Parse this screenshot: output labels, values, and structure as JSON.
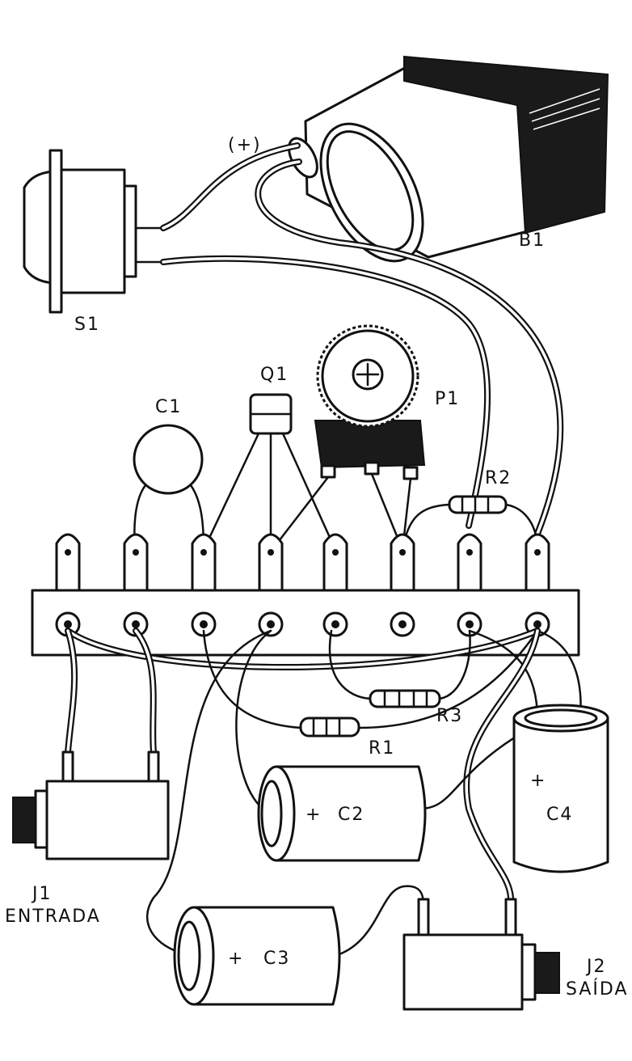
{
  "labels": {
    "battery": "B1",
    "battery_polarity": "(+)",
    "switch": "S1",
    "capacitor_c1": "C1",
    "transistor": "Q1",
    "potentiometer": "P1",
    "resistor_r2": "R2",
    "resistor_r3": "R3",
    "resistor_r1": "R1",
    "capacitor_c2": "C2",
    "capacitor_c2_plus": "+",
    "capacitor_c3": "C3",
    "capacitor_c3_plus": "+",
    "capacitor_c4": "C4",
    "capacitor_c4_plus": "+",
    "jack_j1": "J1",
    "jack_j1_desc": "ENTRADA",
    "jack_j2": "J2",
    "jack_j2_desc": "SAÍDA"
  },
  "terminal_strip": {
    "lugs": 8
  },
  "colors": {
    "ink": "#111111",
    "paper": "#ffffff"
  }
}
